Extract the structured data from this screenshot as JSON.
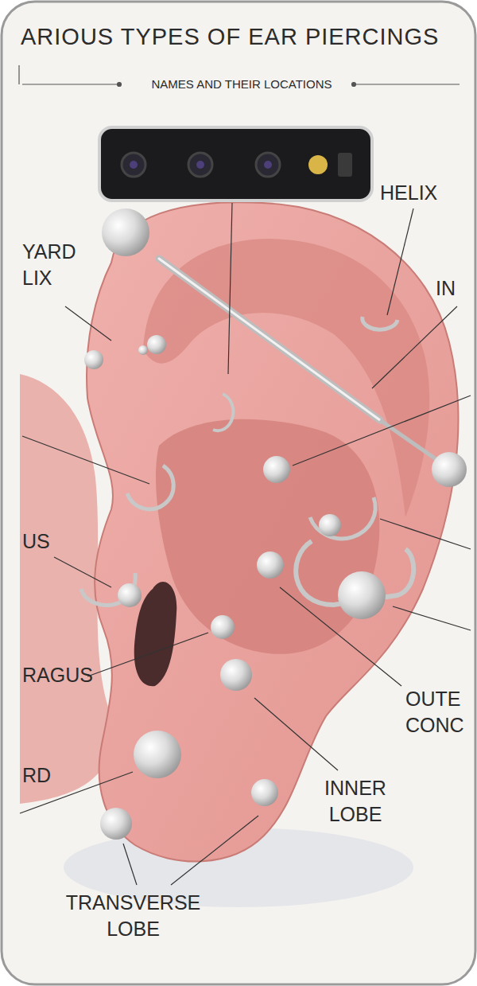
{
  "diagram": {
    "title": "ARIOUS TYPES OF EAR PIERCINGS",
    "labels": [
      "NAMES AND THEIR LOCATIONS",
      "HELIX",
      "IN",
      "YARD LIX",
      "US",
      "RAGUS",
      "OUTE CONC",
      "INNER LOBE",
      "RD",
      "TRANSVERSE LOBE"
    ]
  }
}
